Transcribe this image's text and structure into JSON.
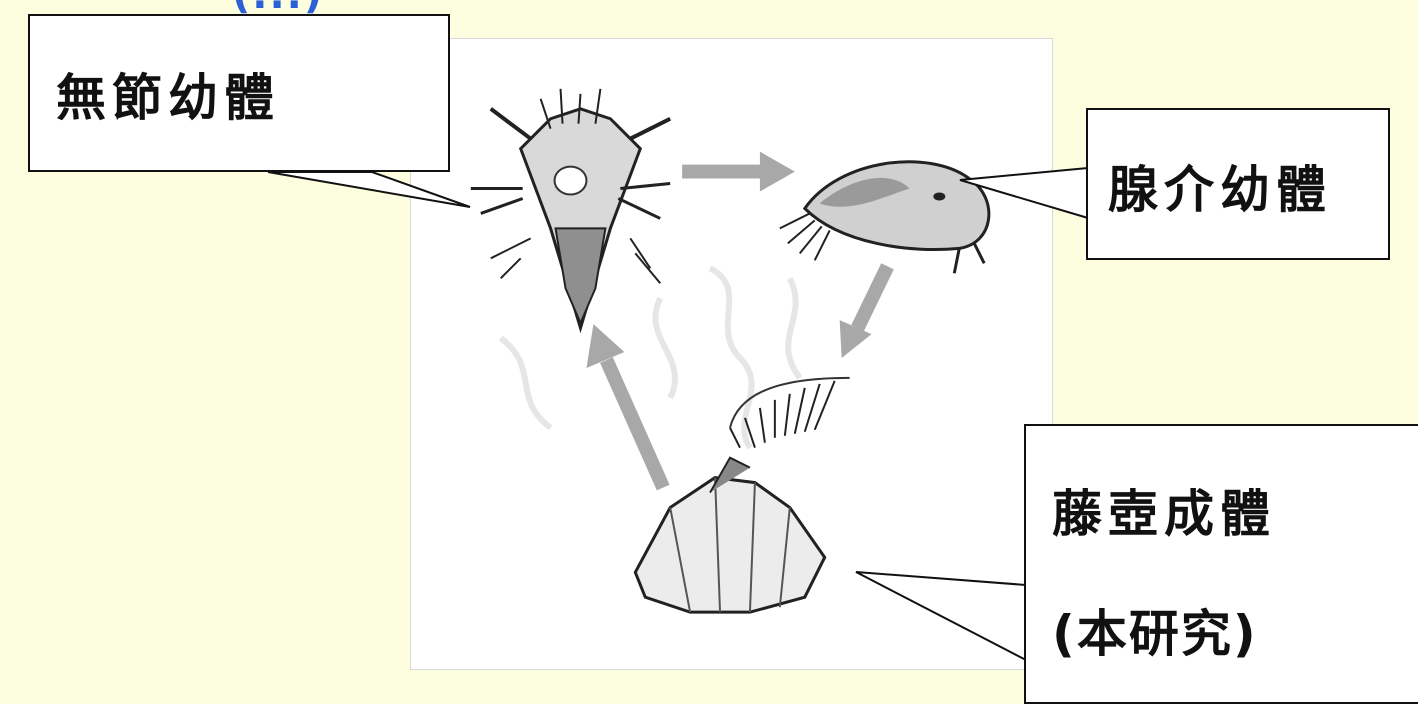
{
  "header": {
    "partial_title": "(...)"
  },
  "labels": {
    "nauplius": "無節幼體",
    "cyprid": "腺介幼體",
    "adult_line1": "藤壺成體",
    "adult_line2": "(本研究)"
  },
  "colors": {
    "background": "#fdfde0",
    "arrow": "#a8a8a8",
    "title": "#2a5fd6"
  }
}
